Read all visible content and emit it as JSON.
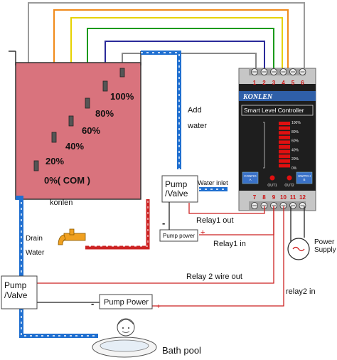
{
  "tank": {
    "levels": [
      "100%",
      "80%",
      "60%",
      "40%",
      "20%",
      "0%( COM )"
    ],
    "brand": "konlen"
  },
  "controller": {
    "brand": "KONLEN",
    "title": "Smart  Level  Controller",
    "top_terminals": [
      "1",
      "2",
      "3",
      "4",
      "5",
      "6"
    ],
    "bottom_terminals": [
      "7",
      "8",
      "9",
      "10",
      "11",
      "12"
    ],
    "scale": [
      "100%",
      "80%",
      "60%",
      "40%",
      "20%",
      "0%"
    ],
    "config_button": "CONFIG\nA",
    "switch_button": "SWITCH\nB",
    "out1": "OUT1",
    "out2": "OUT2",
    "colors": {
      "body": "#c6c6c6",
      "panel": "#1e1e1e",
      "header": "#2f5fa8",
      "led": "#e01010"
    }
  },
  "labels": {
    "add_water": "Add\nwater",
    "water_inlet": "Water inlet",
    "pump_valve_top": "Pump\n/Valve",
    "relay1_out": "Relay1 out",
    "relay1_in": "Relay1 in",
    "pump_power_top": "Pump power",
    "minus": "-",
    "plus": "+",
    "drain_water": "Drain\nWater",
    "pump_valve_bottom": "Pump\n/Valve",
    "relay2_wire_out": "Relay 2 wire out",
    "relay2_in": "relay2 in",
    "pump_power_bottom": "Pump Power",
    "power_supply": "Power\nSupply",
    "bath_pool": "Bath pool"
  },
  "wire_colors": [
    "#9a9a9a",
    "#f08a1a",
    "#e6d200",
    "#1a9a1a",
    "#2a2a9a",
    "#888888"
  ]
}
